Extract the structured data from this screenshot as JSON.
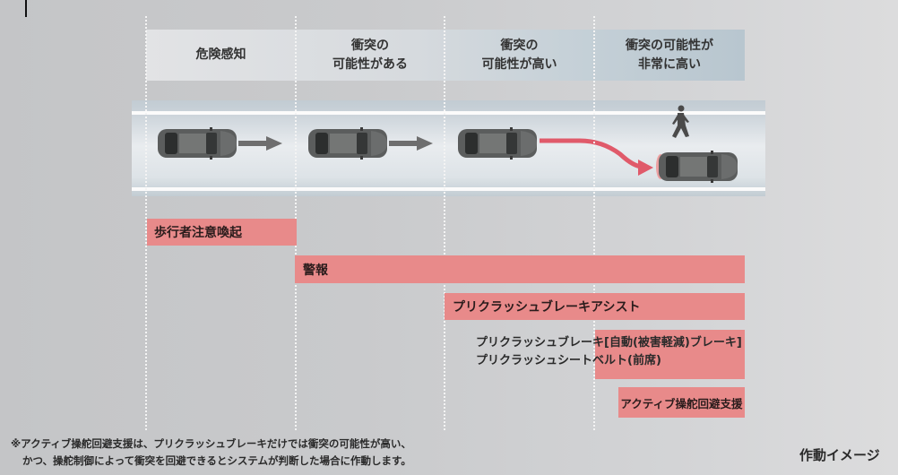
{
  "phases": [
    {
      "line1": "危険感知",
      "line2": ""
    },
    {
      "line1": "衝突の",
      "line2": "可能性がある"
    },
    {
      "line1": "衝突の",
      "line2": "可能性が高い"
    },
    {
      "line1": "衝突の可能性が",
      "line2": "非常に高い"
    }
  ],
  "scene": {
    "icons": [
      "car-icon",
      "arrow-right-icon",
      "car-icon",
      "arrow-right-icon",
      "car-icon",
      "steering-avoid-arrow-icon",
      "car-icon",
      "pedestrian-icon"
    ]
  },
  "functions": {
    "pedestrian_alert": "歩行者注意喚起",
    "warning": "警報",
    "pcs_brake_assist": "プリクラッシュブレーキアシスト",
    "pcs_auto_brake": "プリクラッシュブレーキ[自動(被害軽減)ブレーキ]",
    "pcs_seatbelt": "プリクラッシュシートベルト(前席)",
    "active_steering": "アクティブ操舵回避支援"
  },
  "footnote": {
    "line1": "※アクティブ操舵回避支援は、プリクラッシュブレーキだけでは衝突の可能性が高い、",
    "line2": "かつ、操舵制御によって衝突を回避できるとシステムが判断した場合に作動します。"
  },
  "caption": "作動イメージ",
  "colors": {
    "bar": "#e88a8a",
    "phase_light": "#dfe1e3",
    "phase_dark": "#b8c6cf",
    "avoid_arrow": "#e05a6a",
    "car_body": "#5b5d5d"
  }
}
